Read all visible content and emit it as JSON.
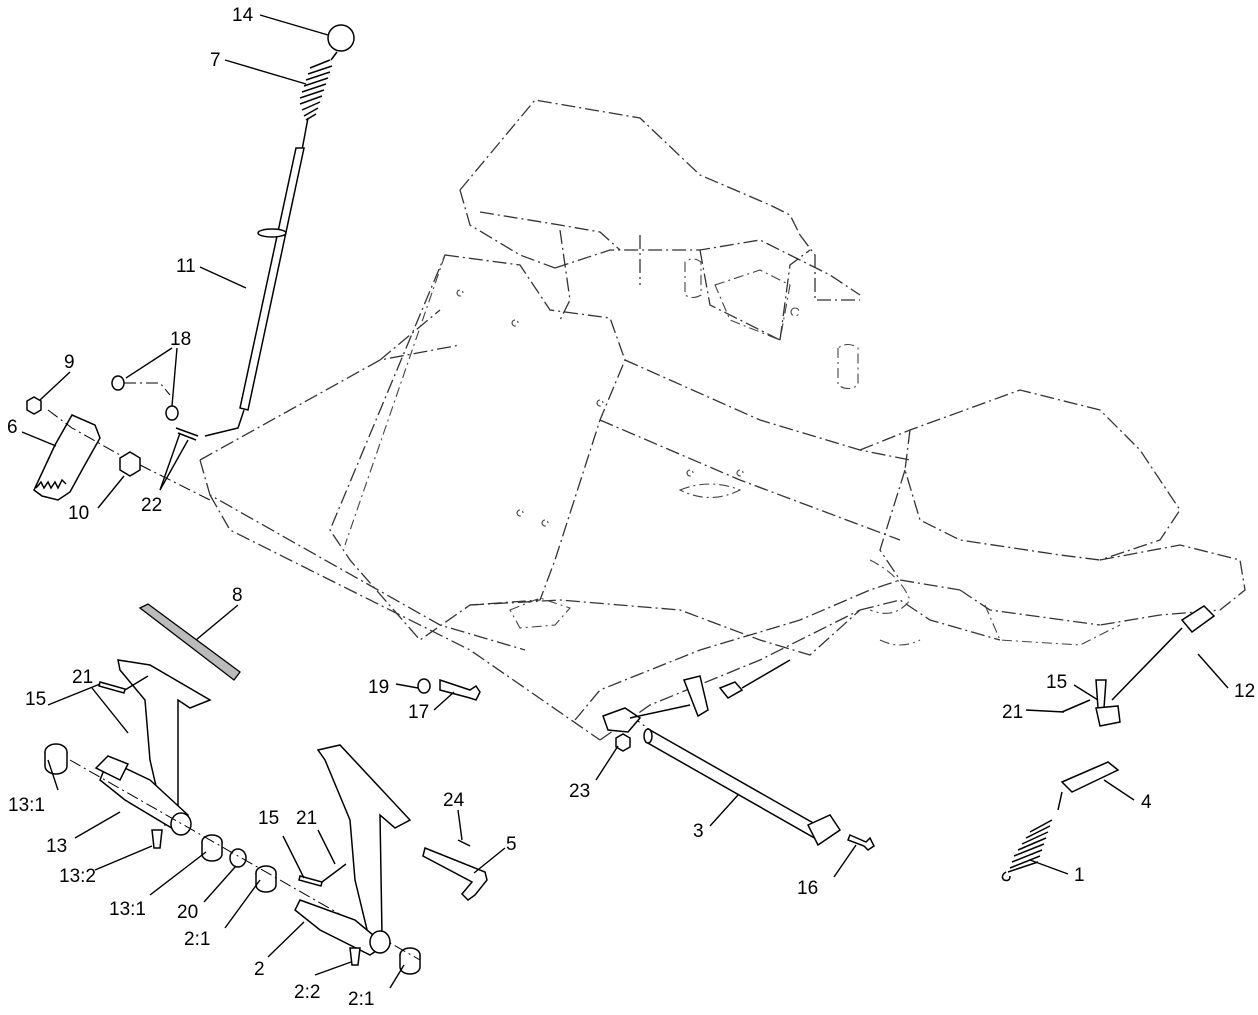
{
  "diagram": {
    "callouts": [
      {
        "id": "c14",
        "text": "14"
      },
      {
        "id": "c7",
        "text": "7"
      },
      {
        "id": "c11",
        "text": "11"
      },
      {
        "id": "c18",
        "text": "18"
      },
      {
        "id": "c9",
        "text": "9"
      },
      {
        "id": "c6",
        "text": "6"
      },
      {
        "id": "c10",
        "text": "10"
      },
      {
        "id": "c22",
        "text": "22"
      },
      {
        "id": "c8",
        "text": "8"
      },
      {
        "id": "c21a",
        "text": "21"
      },
      {
        "id": "c15a",
        "text": "15"
      },
      {
        "id": "c13_1a",
        "text": "13:1"
      },
      {
        "id": "c13",
        "text": "13"
      },
      {
        "id": "c13_2",
        "text": "13:2"
      },
      {
        "id": "c13_1b",
        "text": "13:1"
      },
      {
        "id": "c20",
        "text": "20"
      },
      {
        "id": "c2_1a",
        "text": "2:1"
      },
      {
        "id": "c2",
        "text": "2"
      },
      {
        "id": "c2_2",
        "text": "2:2"
      },
      {
        "id": "c2_1b",
        "text": "2:1"
      },
      {
        "id": "c15b",
        "text": "15"
      },
      {
        "id": "c21b",
        "text": "21"
      },
      {
        "id": "c24",
        "text": "24"
      },
      {
        "id": "c5",
        "text": "5"
      },
      {
        "id": "c19",
        "text": "19"
      },
      {
        "id": "c17",
        "text": "17"
      },
      {
        "id": "c23",
        "text": "23"
      },
      {
        "id": "c3",
        "text": "3"
      },
      {
        "id": "c16",
        "text": "16"
      },
      {
        "id": "c15c",
        "text": "15"
      },
      {
        "id": "c12",
        "text": "12"
      },
      {
        "id": "c21c",
        "text": "21"
      },
      {
        "id": "c4",
        "text": "4"
      },
      {
        "id": "c1",
        "text": "1"
      }
    ]
  }
}
